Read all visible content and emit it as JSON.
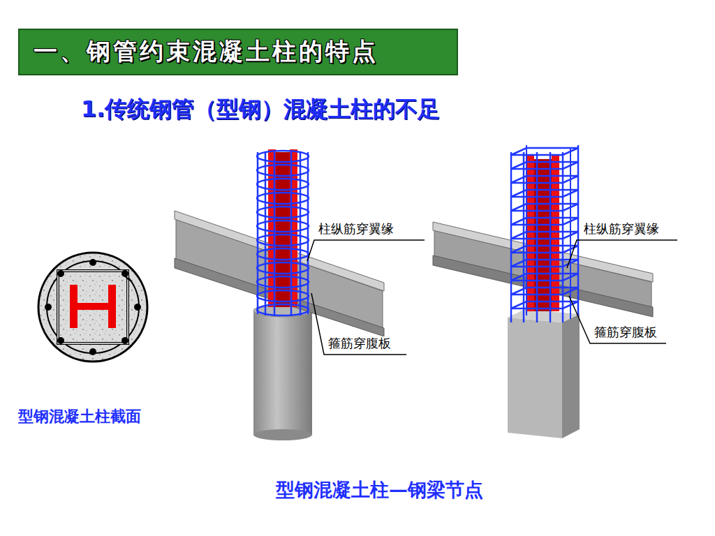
{
  "diagram": {
    "title": "一、钢管约束混凝土柱的特点",
    "caption": "型钢混凝土柱—钢梁节点",
    "labels": [
      "1.传统钢管（型钢）混凝土柱的不足",
      "柱纵筋穿翼缘",
      "箍筋穿腹板",
      "柱纵筋穿翼缘",
      "箍筋穿腹板",
      "型钢混凝土柱截面"
    ]
  }
}
